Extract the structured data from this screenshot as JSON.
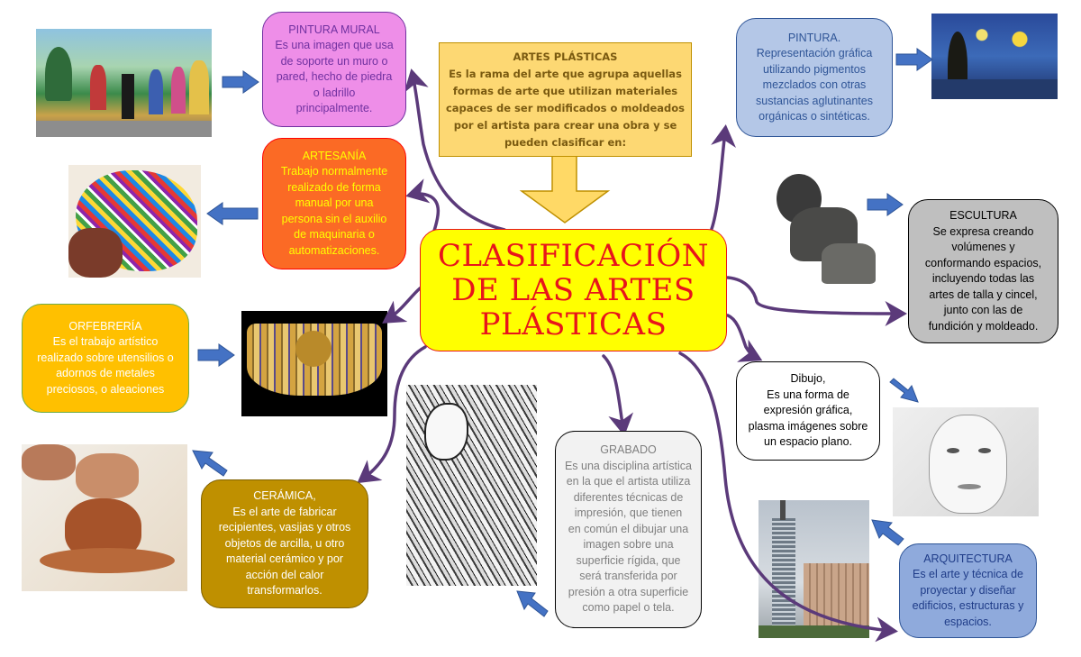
{
  "central": {
    "title": "CLASIFICACIÓN\nDE LAS ARTES\nPLÁSTICAS",
    "colors": {
      "fill": "#ffff00",
      "border": "#e8141b",
      "text": "#e8141b"
    }
  },
  "intro": {
    "title": "ARTES PLÁSTICAS",
    "body": "Es la rama del arte que agrupa aquellas formas de arte que utilizan materiales capaces de ser modificados o moldeados por el artista para crear una obra y se pueden clasificar en:",
    "colors": {
      "fill": "#fdd873",
      "border": "#bf9000",
      "text": "#7a5a10"
    }
  },
  "categories": [
    {
      "id": "pintura-mural",
      "title": "PINTURA MURAL",
      "body": "Es una imagen que usa\nde soporte un muro o\npared, hecho de piedra\no ladrillo\nprincipalmente.",
      "fill": "#ee8ee8",
      "border": "#7030a0",
      "text": "#7030a0",
      "image": "mural-photo"
    },
    {
      "id": "artesania",
      "title": "ARTESANÍA",
      "body": "Trabajo normalmente\nrealizado de forma\nmanual por una\npersona sin el auxilio\nde maquinaria o\nautomatizaciones.",
      "fill": "#fb6a25",
      "border": "#ff0000",
      "text": "#ffff00",
      "image": "huichol-beaded-jaguar-photo"
    },
    {
      "id": "orfebreria",
      "title": "ORFEBRERÍA",
      "body": "Es el trabajo artístico\nrealizado sobre utensilios o\nadornos de metales\npreciosos, o aleaciones",
      "fill": "#ffc000",
      "border": "#70ad47",
      "text": "#ffffff",
      "image": "gold-bracelet-photo"
    },
    {
      "id": "ceramica",
      "title": "CERÁMICA,",
      "body": "Es el arte de fabricar\nrecipientes, vasijas y otros\nobjetos de arcilla, u otro\nmaterial cerámico y por\nacción del calor\ntransformarlos.",
      "fill": "#bf9000",
      "border": "#7f6000",
      "text": "#ffffff",
      "image": "pottery-wheel-photo"
    },
    {
      "id": "grabado",
      "title": "GRABADO",
      "body": "Es una disciplina artística\nen la que el artista utiliza\ndiferentes técnicas de\nimpresión, que tienen\nen común el dibujar una\nimagen sobre una\nsuperficie rígida, que\nserá transferida por\npresión a otra superficie\ncomo papel o tela.",
      "fill": "#f2f2f2",
      "border": "#000000",
      "text": "#7f7f7f",
      "image": "engraving-photo"
    },
    {
      "id": "pintura",
      "title": "PINTURA.",
      "body": "Representación gráfica\nutilizando pigmentos\nmezclados con otras\nsustancias aglutinantes\norgánicas o sintéticas.",
      "fill": "#b4c7e7",
      "border": "#2f5597",
      "text": "#2f5597",
      "image": "starry-night-photo"
    },
    {
      "id": "escultura",
      "title": "ESCULTURA",
      "body": "Se expresa creando\nvolúmenes y\nconformando espacios,\nincluyendo todas las\nartes de talla y cincel,\njunto con las de\nfundición y moldeado.",
      "fill": "#bfbfbf",
      "border": "#000000",
      "text": "#000000",
      "image": "thinker-sculpture-photo"
    },
    {
      "id": "dibujo",
      "title": "Dibujo,",
      "body": "Es una forma de\nexpresión gráfica,\nplasma imágenes sobre\nun espacio plano.",
      "fill": "#ffffff",
      "border": "#000000",
      "text": "#000000",
      "image": "pencil-portrait-photo"
    },
    {
      "id": "arquitectura",
      "title": "ARQUITECTURA",
      "body": "Es el arte y técnica de\nproyectar y diseñar\nedificios, estructuras y\nespacios.",
      "fill": "#8faadc",
      "border": "#2f5597",
      "text": "#1f3c88",
      "image": "torre-latino-photo"
    }
  ],
  "colors": {
    "connector": "#5b3a7a",
    "block_arrow": "#4472c4",
    "down_arrow_fill": "#ffd966",
    "down_arrow_border": "#bf9000"
  }
}
